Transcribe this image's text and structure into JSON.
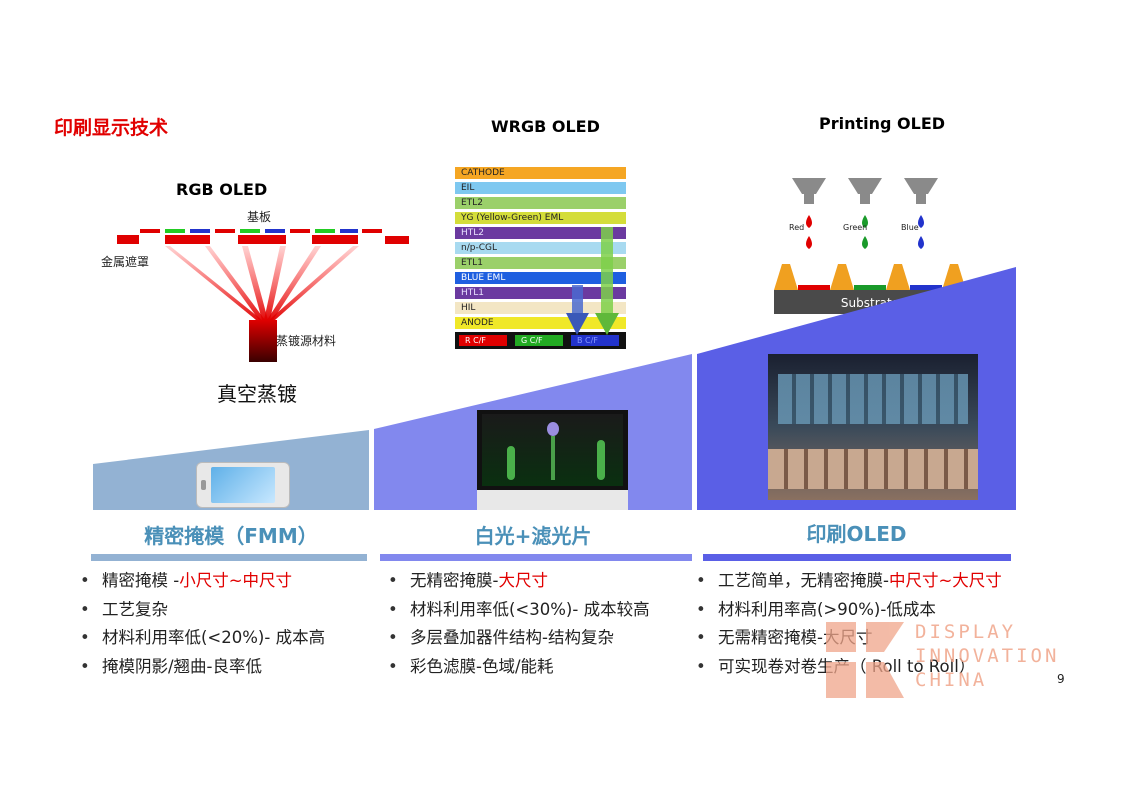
{
  "page": {
    "title": "印刷显示技术",
    "page_number": "9"
  },
  "rgb_oled": {
    "title": "RGB OLED",
    "substrate_label": "基板",
    "mask_label": "金属遮罩",
    "source_label": "蒸镀源材料",
    "process_label": "真空蒸镀"
  },
  "wrgb_oled": {
    "title": "WRGB OLED",
    "layers": [
      "CATHODE",
      "EIL",
      "ETL2",
      "YG (Yellow-Green) EML",
      "HTL2",
      "n/p-CGL",
      "ETL1",
      "BLUE EML",
      "HTL1",
      "HIL",
      "ANODE"
    ],
    "filters": [
      "R C/F",
      "G C/F",
      "B C/F"
    ]
  },
  "printing_oled": {
    "title": "Printing OLED",
    "drops": [
      "Red",
      "Green",
      "Blue"
    ],
    "substrate": "Substrate"
  },
  "categories": [
    {
      "label": "精密掩模（FMM）",
      "bullets": [
        {
          "text": "精密掩模 -",
          "highlight": "小尺寸~中尺寸"
        },
        {
          "text": "工艺复杂",
          "highlight": ""
        },
        {
          "text": "材料利用率低(<20%)- 成本高",
          "highlight": ""
        },
        {
          "text": "掩模阴影/翘曲-良率低",
          "highlight": ""
        }
      ]
    },
    {
      "label": "白光+滤光片",
      "bullets": [
        {
          "text": "无精密掩膜-",
          "highlight": "大尺寸"
        },
        {
          "text": "材料利用率低(<30%)- 成本较高",
          "highlight": ""
        },
        {
          "text": "多层叠加器件结构-结构复杂",
          "highlight": ""
        },
        {
          "text": "彩色滤膜-色域/能耗",
          "highlight": ""
        }
      ]
    },
    {
      "label": "印刷OLED",
      "bullets": [
        {
          "text": "工艺简单，无精密掩膜-",
          "highlight": "中尺寸~大尺寸"
        },
        {
          "text": "材料利用率高(>90%)-低成本",
          "highlight": ""
        },
        {
          "text": "无需精密掩模-大尺寸",
          "highlight": ""
        },
        {
          "text": "可实现卷对卷生产（ Roll to Roll）",
          "highlight": ""
        }
      ]
    }
  ],
  "watermark": {
    "line1": "DISPLAY",
    "line2": "INNOVATION",
    "line3": "CHINA"
  },
  "colors": {
    "title_red": "#e10000",
    "fmm_blue": "#8fb1d4",
    "white_blue": "#7f86f0",
    "print_blue": "#5a5fe8",
    "cat_label": "#4a90b8",
    "watermark": "#f0a58a"
  }
}
